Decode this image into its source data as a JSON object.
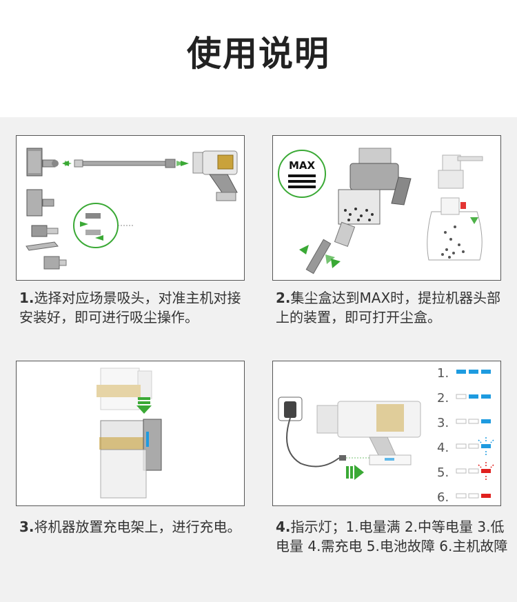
{
  "title": "使用说明",
  "steps": [
    {
      "num": "1.",
      "text": "选择对应场景吸头，对准主机对接安装好，即可进行吸尘操作。"
    },
    {
      "num": "2.",
      "text": "集尘盒达到MAX时，提拉机器头部上的装置，即可打开尘盒。"
    },
    {
      "num": "3.",
      "text": "将机器放置充电架上，进行充电。"
    },
    {
      "num": "4.",
      "text": "指示灯；1.电量满 2.中等电量 3.低电量 4.需充电 5.电池故障 6.主机故障"
    }
  ],
  "max_label": "MAX",
  "indicator_levels": [
    "1.",
    "2.",
    "3.",
    "4.",
    "5.",
    "6."
  ],
  "colors": {
    "accent_green": "#3aa935",
    "led_blue": "#1e9be0",
    "led_red": "#e0201e"
  }
}
